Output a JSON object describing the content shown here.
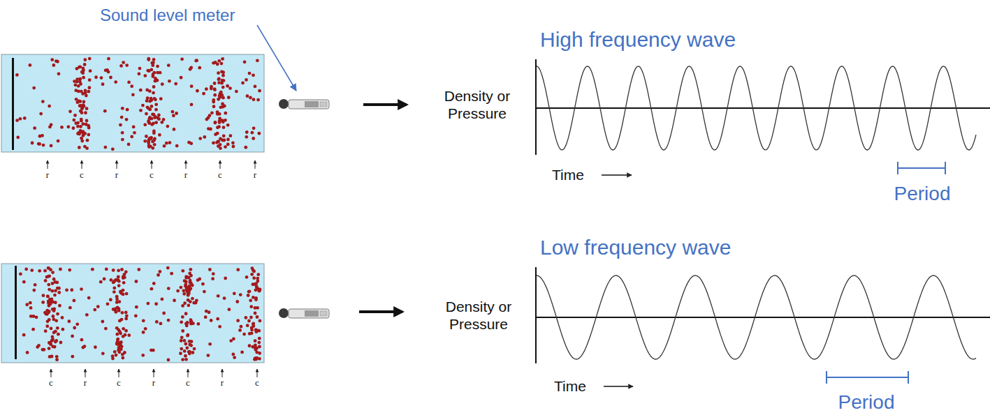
{
  "diagram": {
    "labels": [
      "Sound level meter",
      "r",
      "c",
      "r",
      "c",
      "r",
      "c",
      "r",
      "High frequency wave",
      "Density or Pressure",
      "Time",
      "Period",
      "c",
      "r",
      "c",
      "r",
      "c",
      "r",
      "c",
      "Low frequency wave",
      "Density or Pressure",
      "Time",
      "Period"
    ]
  }
}
